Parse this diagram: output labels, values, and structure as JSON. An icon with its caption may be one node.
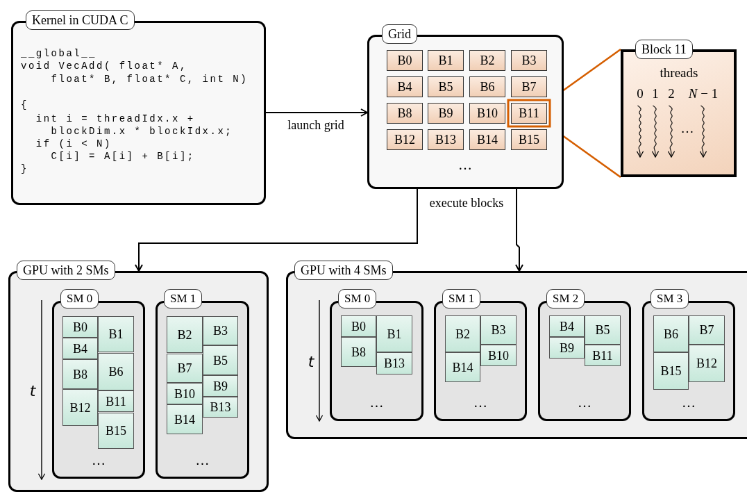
{
  "diagram": {
    "nodes": [
      {
        "text": [
          "Kernel in CUDA C",
          "__global__",
          "void VecAdd( float* A,",
          "float* B, float* C, int N)",
          "{",
          "int i = threadIdx.x +",
          "blockDim.x * blockIdx.x;",
          "if (i < N)",
          "C[i] = A[i] + B[i];",
          "}"
        ]
      },
      {
        "text": [
          "Grid",
          "…"
        ]
      },
      {
        "text": [
          "B0"
        ],
        "in": 1
      },
      {
        "text": [
          "B1"
        ],
        "in": 1
      },
      {
        "text": [
          "B2"
        ],
        "in": 1
      },
      {
        "text": [
          "B3"
        ],
        "in": 1
      },
      {
        "text": [
          "B4"
        ],
        "in": 1
      },
      {
        "text": [
          "B5"
        ],
        "in": 1
      },
      {
        "text": [
          "B6"
        ],
        "in": 1
      },
      {
        "text": [
          "B7"
        ],
        "in": 1
      },
      {
        "text": [
          "B8"
        ],
        "in": 1
      },
      {
        "text": [
          "B9"
        ],
        "in": 1
      },
      {
        "text": [
          "B10"
        ],
        "in": 1
      },
      {
        "text": [
          "B11"
        ],
        "in": 1
      },
      {
        "text": [
          "B12"
        ],
        "in": 1
      },
      {
        "text": [
          "B13"
        ],
        "in": 1
      },
      {
        "text": [
          "B14"
        ],
        "in": 1
      },
      {
        "text": [
          "B15"
        ],
        "in": 1
      },
      {
        "text": [
          "Block 11",
          "threads",
          "0",
          "1",
          "2",
          "*N* − 1",
          "…"
        ]
      },
      {
        "text": [
          "GPU with 2 SMs"
        ]
      },
      {
        "text": [
          "SM 0",
          "…"
        ],
        "in": 19
      },
      {
        "text": [
          "B0"
        ],
        "in": 20
      },
      {
        "text": [
          "B4"
        ],
        "in": 20
      },
      {
        "text": [
          "B8"
        ],
        "in": 20
      },
      {
        "text": [
          "B12"
        ],
        "in": 20
      },
      {
        "text": [
          "B1"
        ],
        "in": 20
      },
      {
        "text": [
          "B6"
        ],
        "in": 20
      },
      {
        "text": [
          "B11"
        ],
        "in": 20
      },
      {
        "text": [
          "B15"
        ],
        "in": 20
      },
      {
        "text": [
          "SM 1",
          "…"
        ],
        "in": 19
      },
      {
        "text": [
          "B2"
        ],
        "in": 29
      },
      {
        "text": [
          "B7"
        ],
        "in": 29
      },
      {
        "text": [
          "B10"
        ],
        "in": 29
      },
      {
        "text": [
          "B14"
        ],
        "in": 29
      },
      {
        "text": [
          "B3"
        ],
        "in": 29
      },
      {
        "text": [
          "B5"
        ],
        "in": 29
      },
      {
        "text": [
          "B9"
        ],
        "in": 29
      },
      {
        "text": [
          "B13"
        ],
        "in": 29
      },
      {
        "text": [
          "GPU with 4 SMs"
        ]
      },
      {
        "text": [
          "SM 0",
          "…"
        ],
        "in": 38
      },
      {
        "text": [
          "B0"
        ],
        "in": 39
      },
      {
        "text": [
          "B8"
        ],
        "in": 39
      },
      {
        "text": [
          "B1"
        ],
        "in": 39
      },
      {
        "text": [
          "B13"
        ],
        "in": 39
      },
      {
        "text": [
          "SM 1",
          "…"
        ],
        "in": 38
      },
      {
        "text": [
          "B2"
        ],
        "in": 44
      },
      {
        "text": [
          "B14"
        ],
        "in": 44
      },
      {
        "text": [
          "B3"
        ],
        "in": 44
      },
      {
        "text": [
          "B10"
        ],
        "in": 44
      },
      {
        "text": [
          "SM 2",
          "…"
        ],
        "in": 38
      },
      {
        "text": [
          "B4"
        ],
        "in": 49
      },
      {
        "text": [
          "B9"
        ],
        "in": 49
      },
      {
        "text": [
          "B5"
        ],
        "in": 49
      },
      {
        "text": [
          "B11"
        ],
        "in": 49
      },
      {
        "text": [
          "SM 3",
          "…"
        ],
        "in": 38
      },
      {
        "text": [
          "B6"
        ],
        "in": 54
      },
      {
        "text": [
          "B15"
        ],
        "in": 54
      },
      {
        "text": [
          "B7"
        ],
        "in": 54
      },
      {
        "text": [
          "B12"
        ],
        "in": 54
      }
    ],
    "edges": [
      {
        "from": 0,
        "to": 1,
        "arrow": "to",
        "label": "launch grid"
      },
      {
        "from": 13,
        "to": 18,
        "arrow": "none",
        "color": "#d55e00"
      },
      {
        "from": 13,
        "to": 18,
        "arrow": "none",
        "color": "#d55e00"
      },
      {
        "from": 1,
        "to": 19,
        "arrow": "to",
        "label": "execute blocks"
      },
      {
        "from": 1,
        "to": 38,
        "arrow": "to"
      }
    ],
    "labels": [
      "t",
      "t"
    ]
  }
}
